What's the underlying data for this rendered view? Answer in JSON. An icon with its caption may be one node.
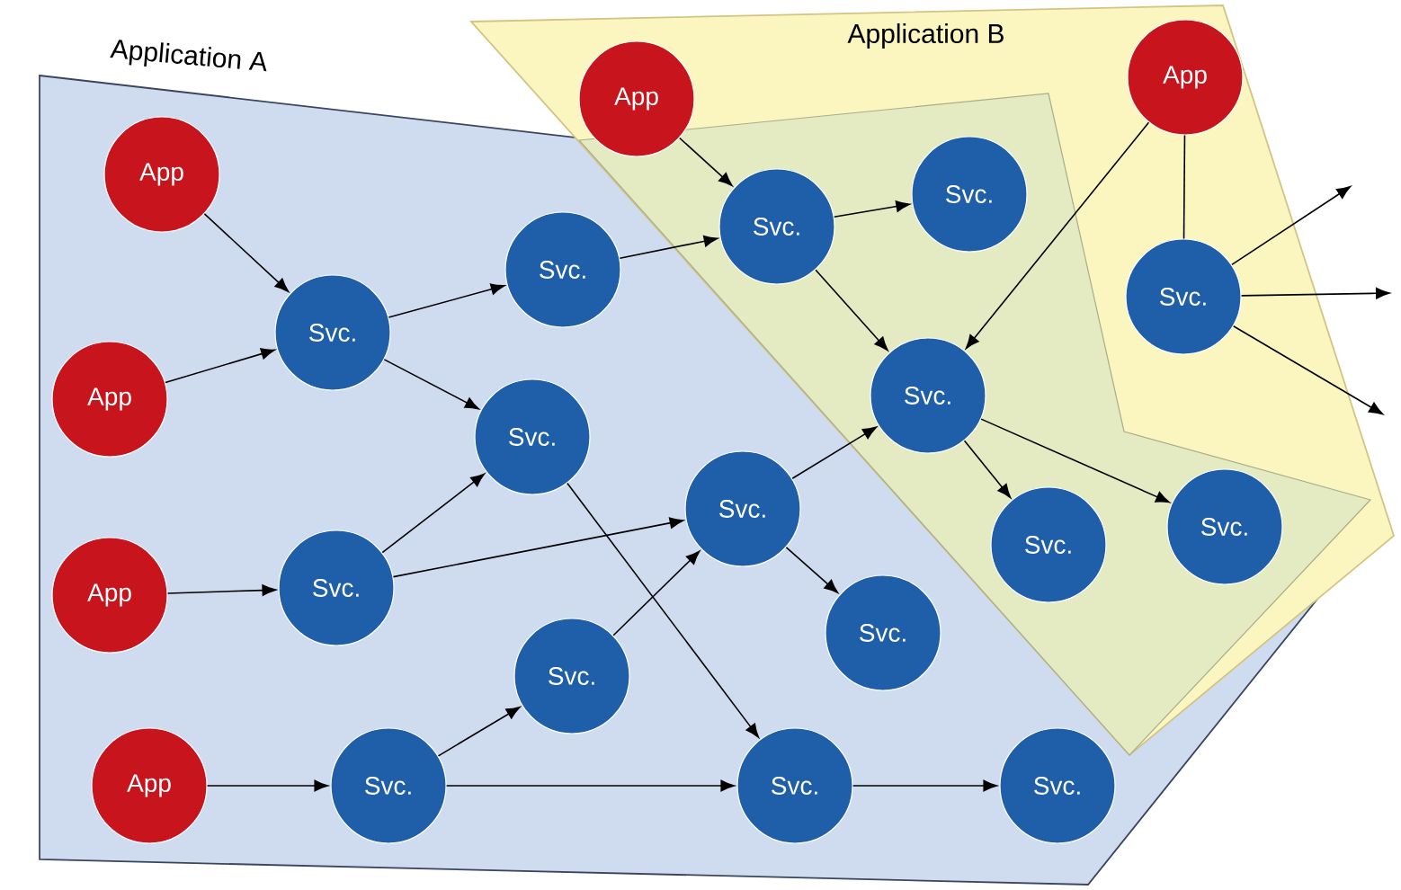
{
  "diagram": {
    "nodes": [
      {
        "text": [
          "Application A"
        ]
      },
      {
        "text": [
          "Application B"
        ]
      },
      {
        "text": [
          "App"
        ],
        "in": 0
      },
      {
        "text": [
          "App"
        ],
        "in": 0
      },
      {
        "text": [
          "App"
        ],
        "in": 0
      },
      {
        "text": [
          "App"
        ],
        "in": 0
      },
      {
        "text": [
          "App"
        ],
        "in": 1
      },
      {
        "text": [
          "App"
        ],
        "in": 1
      },
      {
        "text": [
          "Svc."
        ],
        "in": 0
      },
      {
        "text": [
          "Svc."
        ],
        "in": 0
      },
      {
        "text": [
          "Svc."
        ],
        "in": 0
      },
      {
        "text": [
          "Svc."
        ],
        "in": 0
      },
      {
        "text": [
          "Svc."
        ],
        "in": 0
      },
      {
        "text": [
          "Svc."
        ],
        "in": 0
      },
      {
        "text": [
          "Svc."
        ],
        "in": 0
      },
      {
        "text": [
          "Svc."
        ],
        "in": 0
      },
      {
        "text": [
          "Svc."
        ],
        "in": 0
      },
      {
        "text": [
          "Svc."
        ],
        "in": 0
      },
      {
        "text": [
          "Svc."
        ],
        "in": 1
      },
      {
        "text": [
          "Svc."
        ],
        "in": 1
      },
      {
        "text": [
          "Svc."
        ],
        "in": 1
      },
      {
        "text": [
          "Svc."
        ],
        "in": 1
      },
      {
        "text": [
          "Svc."
        ],
        "in": 1
      },
      {
        "text": [
          "Svc."
        ],
        "in": 1
      }
    ],
    "edges": [
      {
        "from": 2,
        "to": 8,
        "arrow": "to"
      },
      {
        "from": 3,
        "to": 8,
        "arrow": "to"
      },
      {
        "from": 8,
        "to": 9,
        "arrow": "to"
      },
      {
        "from": 8,
        "to": 10,
        "arrow": "to"
      },
      {
        "from": 9,
        "to": 18,
        "arrow": "to"
      },
      {
        "from": 4,
        "to": 11,
        "arrow": "to"
      },
      {
        "from": 11,
        "to": 10,
        "arrow": "to"
      },
      {
        "from": 11,
        "to": 14,
        "arrow": "to"
      },
      {
        "from": 10,
        "to": 16,
        "arrow": "to"
      },
      {
        "from": 5,
        "to": 13,
        "arrow": "to"
      },
      {
        "from": 13,
        "to": 12,
        "arrow": "to"
      },
      {
        "from": 12,
        "to": 14,
        "arrow": "to"
      },
      {
        "from": 13,
        "to": 16,
        "arrow": "to"
      },
      {
        "from": 16,
        "to": 17,
        "arrow": "to"
      },
      {
        "from": 14,
        "to": 15,
        "arrow": "to"
      },
      {
        "from": 14,
        "to": 20,
        "arrow": "to"
      },
      {
        "from": 6,
        "to": 18,
        "arrow": "to"
      },
      {
        "from": 18,
        "to": 19,
        "arrow": "to"
      },
      {
        "from": 18,
        "to": 20,
        "arrow": "to"
      },
      {
        "from": 7,
        "to": 20,
        "arrow": "to"
      },
      {
        "from": 7,
        "to": 23,
        "arrow": "none"
      },
      {
        "from": 20,
        "to": 21,
        "arrow": "to"
      },
      {
        "from": 20,
        "to": 22,
        "arrow": "to"
      },
      {
        "from": 23,
        "to": null,
        "arrow": "to"
      },
      {
        "from": 23,
        "to": null,
        "arrow": "to"
      },
      {
        "from": 23,
        "to": null,
        "arrow": "to"
      }
    ]
  }
}
